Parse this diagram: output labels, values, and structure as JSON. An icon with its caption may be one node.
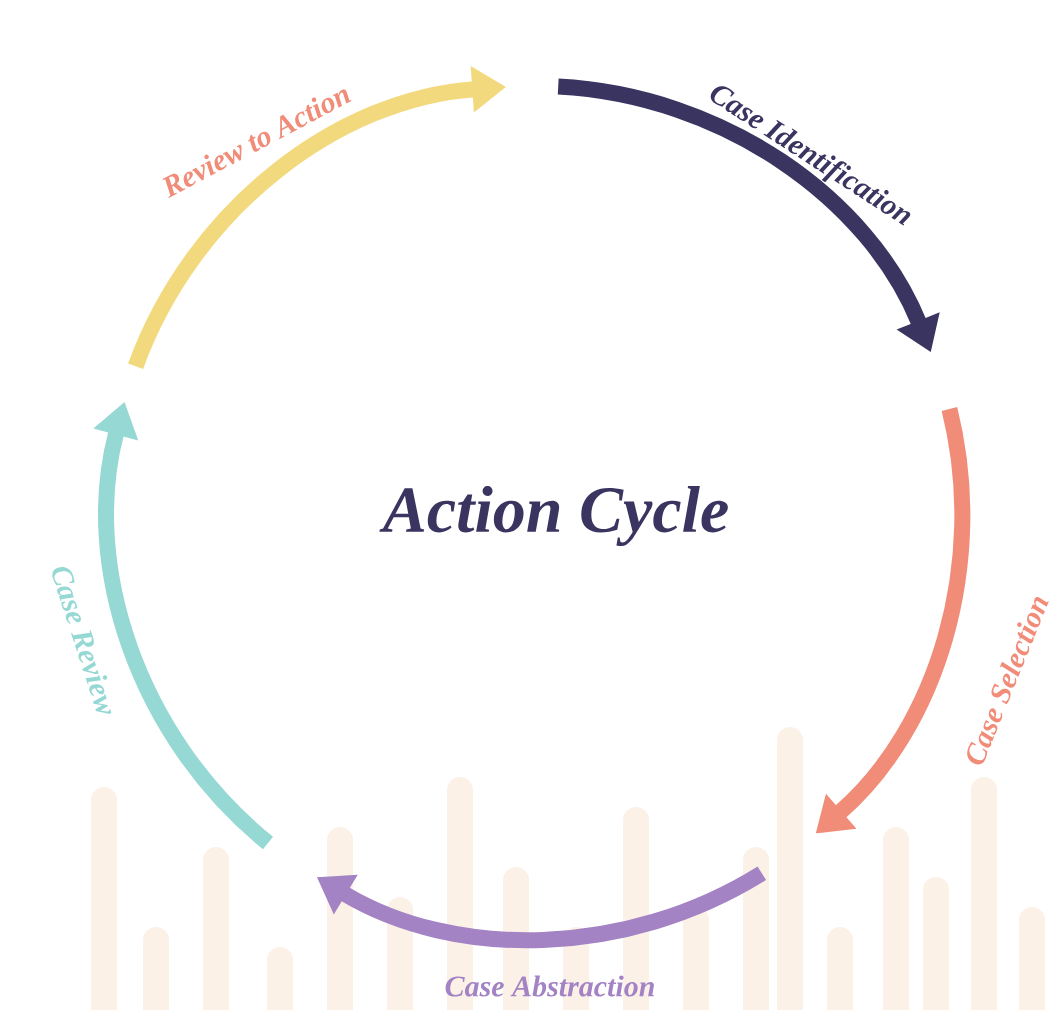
{
  "diagram": {
    "title": "Action Cycle",
    "labels": [
      "Case Identification",
      "Case Selection",
      "Case Abstraction",
      "Case Review",
      "Review to Action"
    ]
  }
}
